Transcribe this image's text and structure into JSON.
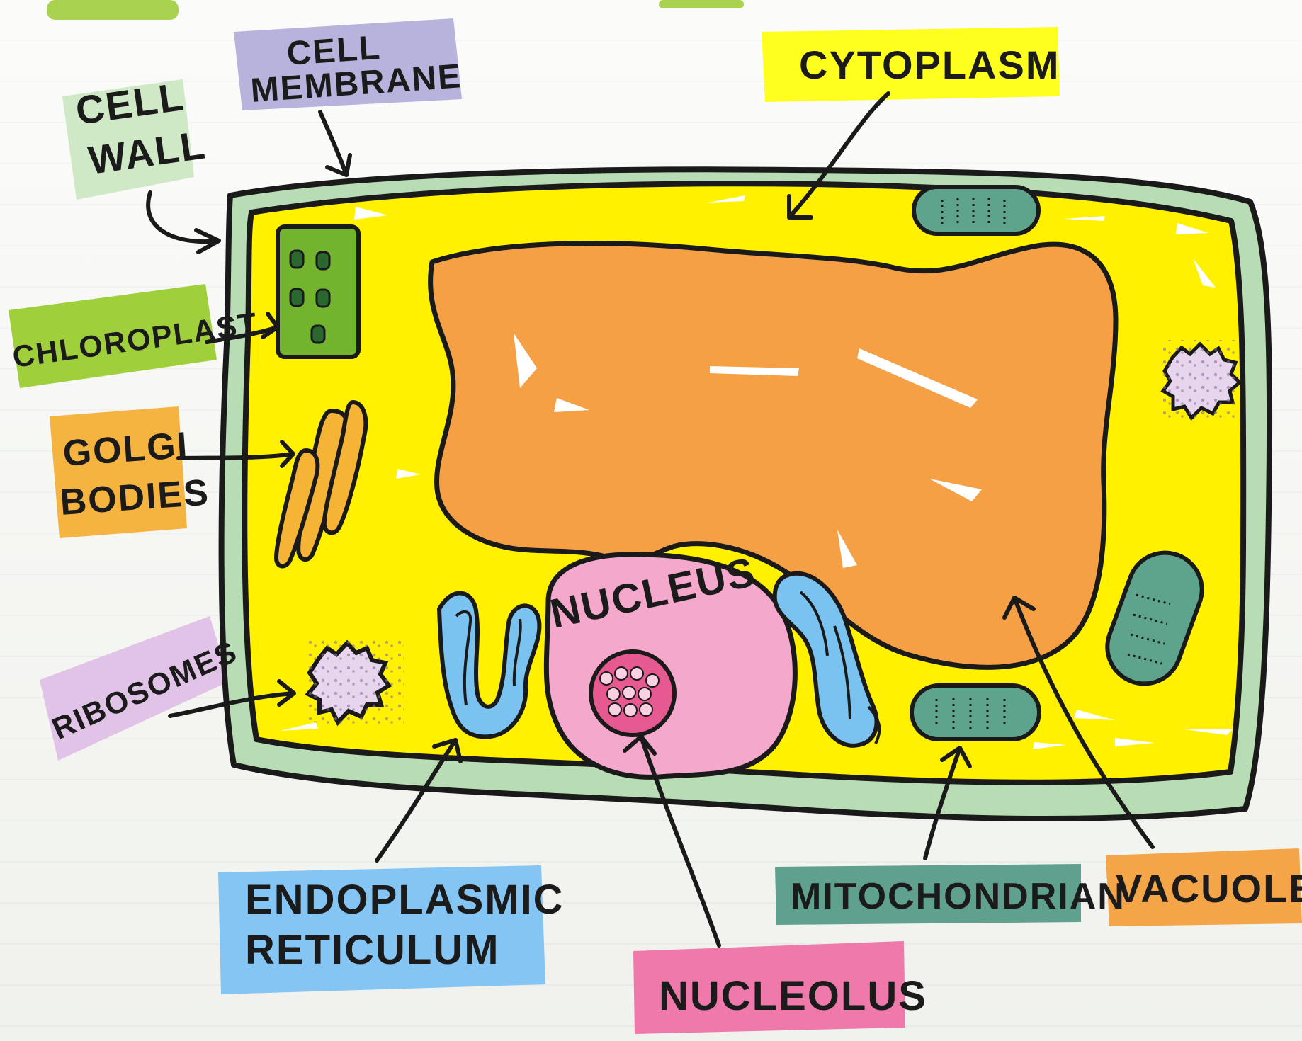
{
  "diagram": {
    "labels": {
      "cell_wall": [
        "CELL",
        "WALL"
      ],
      "cell_membrane": [
        "CELL",
        "MEMBRANE"
      ],
      "cytoplasm": "CYTOPLASM",
      "chloroplast": "CHLOROPLAST",
      "golgi_bodies": [
        "GOLGI",
        "BODIES"
      ],
      "ribosomes": "RIBOSOMES",
      "nucleus": "NUCLEUS",
      "endoplasmic_reticulum": [
        "ENDOPLASMIC",
        "RETICULUM"
      ],
      "nucleolus": "NUCLEOLUS",
      "mitochondrian": "MITOCHONDRIAN",
      "vacuole": "VACUOLE"
    },
    "colors": {
      "cell_wall": "#b9ddb7",
      "cell_membrane": "#b8b5dc",
      "cytoplasm": "#fff200",
      "chloroplast": "#79b935",
      "golgi_bodies": "#f4ad2f",
      "ribosomes": "#e0c2e7",
      "endoplasmic_reticulum": "#79bff0",
      "nucleolus": "#e56ca0",
      "mitochondrian": "#4f9a86",
      "vacuole": "#f6a24b",
      "nucleus": "#f2a6cb"
    }
  }
}
